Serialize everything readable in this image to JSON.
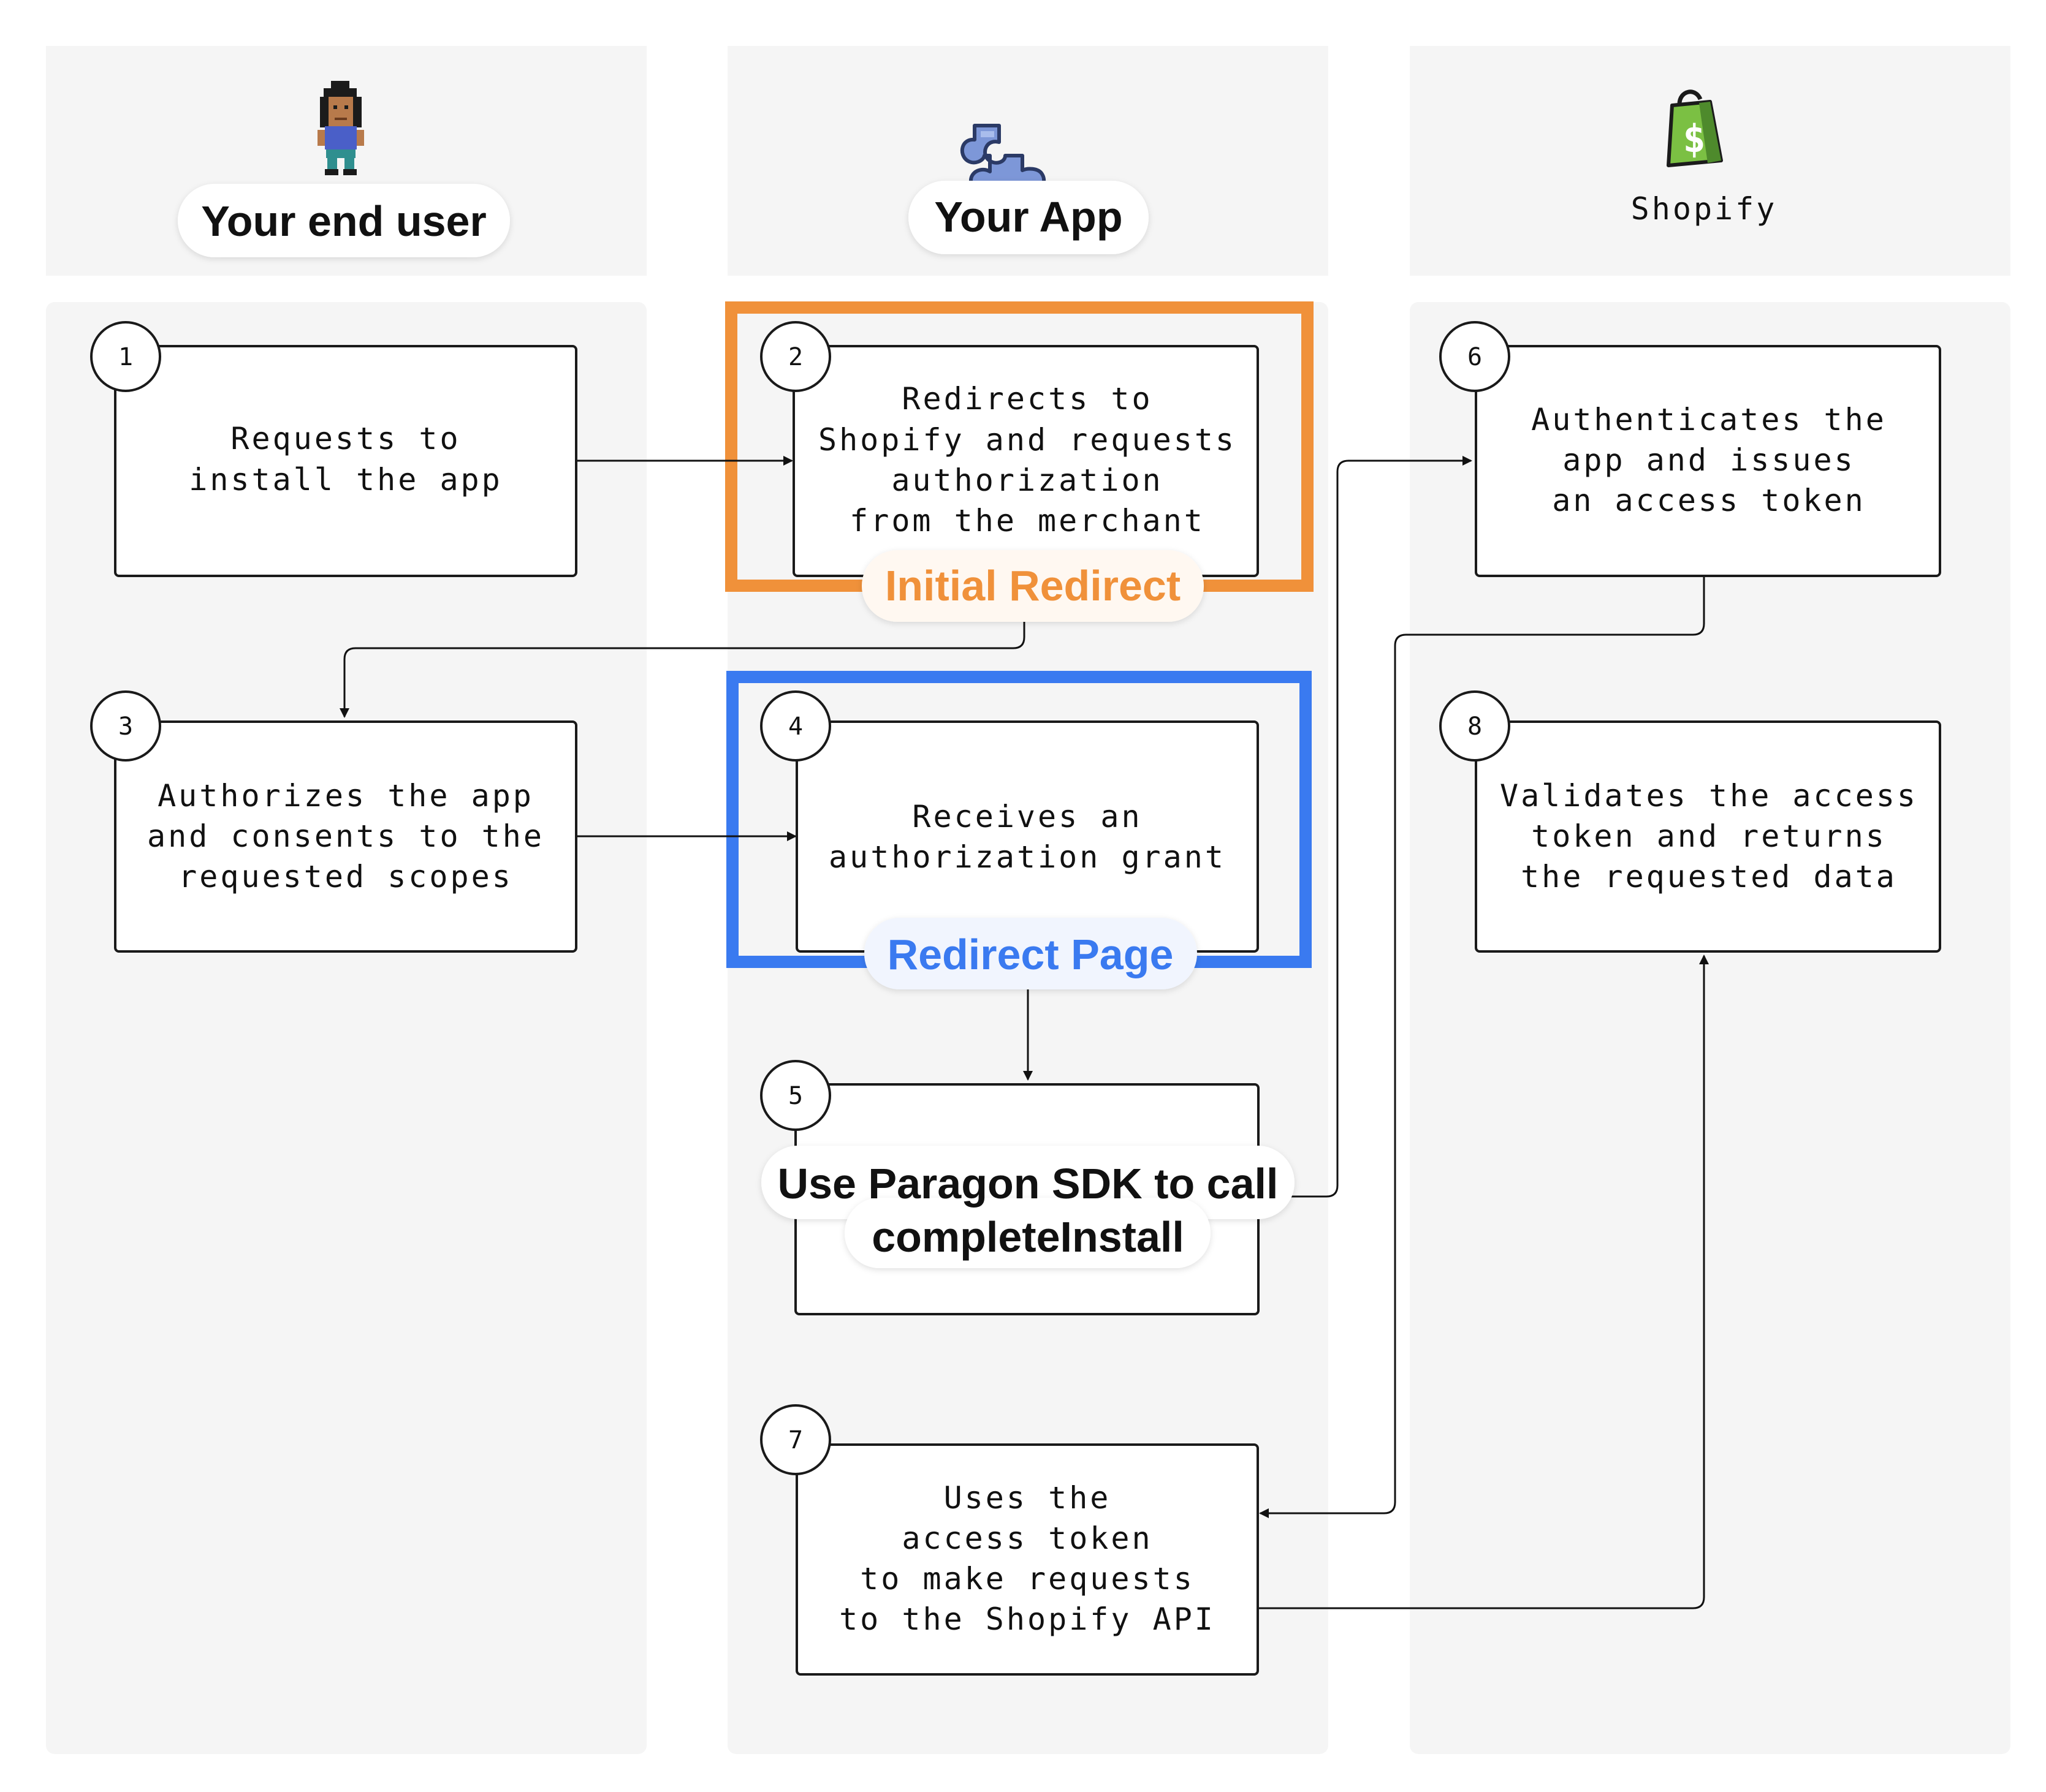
{
  "colors": {
    "lane": "#f5f5f5",
    "box_stroke": "#1a1a1a",
    "orange": "#f0913a",
    "orange_text": "#f0913a",
    "blue": "#3a7af0",
    "blue_text": "#3a7af0"
  },
  "lanes": {
    "user": {
      "title": "Your end user",
      "icon": "pixel-person-icon"
    },
    "app": {
      "title": "Your App",
      "icon": "puzzle-piece-icon"
    },
    "shopify": {
      "title": "Shopify",
      "icon": "shopify-bag-icon"
    }
  },
  "steps": {
    "s1": {
      "num": "1",
      "lines": [
        "Requests to",
        "install the app"
      ]
    },
    "s2": {
      "num": "2",
      "lines": [
        "Redirects to",
        "Shopify and requests",
        "authorization",
        "from the merchant"
      ]
    },
    "s3": {
      "num": "3",
      "lines": [
        "Authorizes the app",
        "and consents to the",
        "requested scopes"
      ]
    },
    "s4": {
      "num": "4",
      "lines": [
        "Receives an",
        "authorization grant"
      ]
    },
    "s5": {
      "num": "5",
      "lines": [
        "Use Paragon SDK to call",
        "completeInstall"
      ]
    },
    "s6": {
      "num": "6",
      "lines": [
        "Authenticates the",
        "app and issues",
        "an access token"
      ]
    },
    "s7": {
      "num": "7",
      "lines": [
        "Uses the",
        "access token",
        "to make requests",
        "to the Shopify API"
      ]
    },
    "s8": {
      "num": "8",
      "lines": [
        "Validates the access",
        "token and returns",
        "the requested data"
      ]
    }
  },
  "highlights": {
    "initial": "Initial Redirect",
    "redirect_page": "Redirect Page"
  }
}
